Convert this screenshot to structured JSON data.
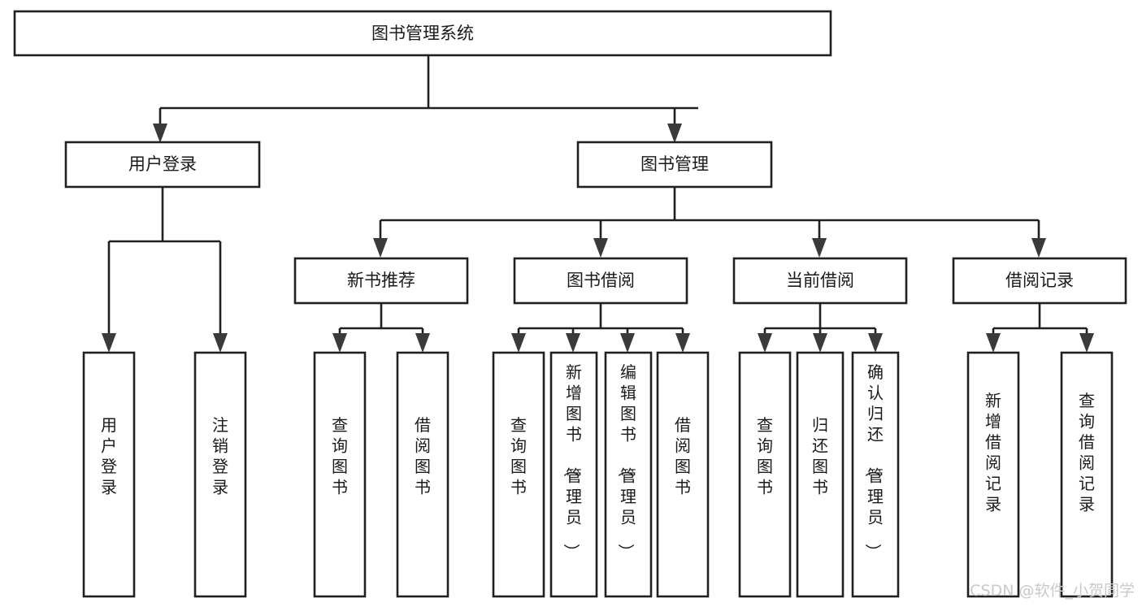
{
  "diagram": {
    "title": "图书管理系统",
    "type": "tree-hierarchy",
    "root": {
      "id": "root",
      "label": "图书管理系统"
    },
    "level2": [
      {
        "id": "user-login",
        "label": "用户登录"
      },
      {
        "id": "book-manage",
        "label": "图书管理"
      }
    ],
    "level3": [
      {
        "id": "new-book-rec",
        "label": "新书推荐",
        "parent": "book-manage"
      },
      {
        "id": "book-borrow",
        "label": "图书借阅",
        "parent": "book-manage"
      },
      {
        "id": "current-borrow",
        "label": "当前借阅",
        "parent": "book-manage"
      },
      {
        "id": "borrow-record",
        "label": "借阅记录",
        "parent": "book-manage"
      }
    ],
    "leaves": [
      {
        "id": "leaf-user-login",
        "label": "用户登录",
        "parent": "user-login"
      },
      {
        "id": "leaf-logout-login",
        "label": "注销登录",
        "parent": "user-login"
      },
      {
        "id": "leaf-query-book-1",
        "label": "查询图书",
        "parent": "new-book-rec"
      },
      {
        "id": "leaf-borrow-book-1",
        "label": "借阅图书",
        "parent": "new-book-rec"
      },
      {
        "id": "leaf-query-book-2",
        "label": "查询图书",
        "parent": "book-borrow"
      },
      {
        "id": "leaf-add-book",
        "label": "新增图书（管理员）",
        "parent": "book-borrow"
      },
      {
        "id": "leaf-edit-book",
        "label": "编辑图书（管理员）",
        "parent": "book-borrow"
      },
      {
        "id": "leaf-borrow-book-2",
        "label": "借阅图书",
        "parent": "book-borrow"
      },
      {
        "id": "leaf-query-book-3",
        "label": "查询图书",
        "parent": "current-borrow"
      },
      {
        "id": "leaf-return-book",
        "label": "归还图书",
        "parent": "current-borrow"
      },
      {
        "id": "leaf-confirm-return",
        "label": "确认归还（管理员）",
        "parent": "current-borrow"
      },
      {
        "id": "leaf-add-record",
        "label": "新增借阅记录",
        "parent": "borrow-record"
      },
      {
        "id": "leaf-query-record",
        "label": "查询借阅记录",
        "parent": "borrow-record"
      }
    ]
  },
  "watermark": {
    "text": "CSDN @软件_小贺同学",
    "color": "#c9c9cc"
  },
  "colors": {
    "box_stroke": "#231f20",
    "box_fill": "#ffffff",
    "arrow_fill": "#3a3a3c",
    "text": "#1a1a1a",
    "background": "#ffffff"
  }
}
